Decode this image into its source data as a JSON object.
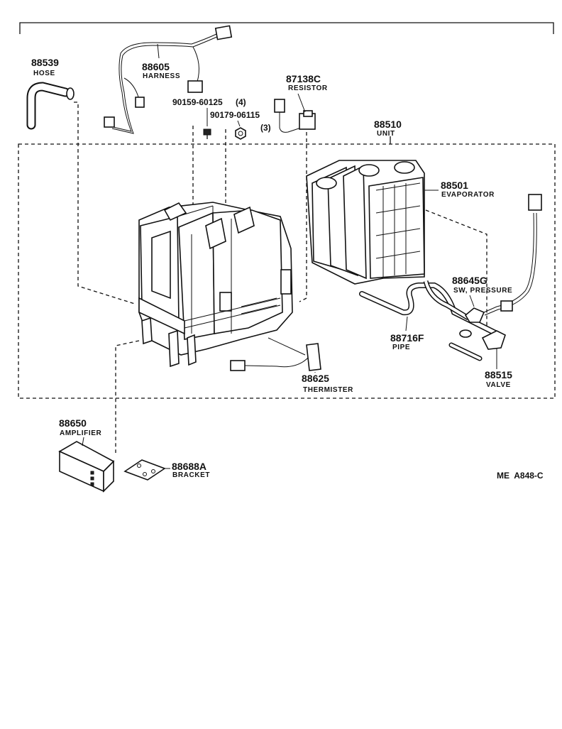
{
  "parts": {
    "hose": {
      "number": "88539",
      "name": "HOSE"
    },
    "harness": {
      "number": "88605",
      "name": "HARNESS"
    },
    "resistor": {
      "number": "87138C",
      "name": "RESISTOR"
    },
    "screw": {
      "code": "90159-60125",
      "qty": "(4)"
    },
    "nut": {
      "code": "90179-06115",
      "qty": "(3)"
    },
    "unit": {
      "number": "88510",
      "name": "UNIT"
    },
    "evaporator": {
      "number": "88501",
      "name": "EVAPORATOR"
    },
    "pressure_sw": {
      "number": "88645G",
      "name": "SW, PRESSURE"
    },
    "pipe": {
      "number": "88716F",
      "name": "PIPE"
    },
    "thermister": {
      "number": "88625",
      "name": "THERMISTER"
    },
    "valve": {
      "number": "88515",
      "name": "VALVE"
    },
    "amplifier": {
      "number": "88650",
      "name": "AMPLIFIER"
    },
    "bracket": {
      "number": "88688A",
      "name": "BRACKET"
    }
  },
  "diagram_code": "ME  A848-C",
  "icons": [
    "hose-icon",
    "harness-icon",
    "resistor-icon",
    "screw-icon",
    "nut-icon",
    "heater-unit-icon",
    "evaporator-icon",
    "pressure-switch-icon",
    "pipe-icon",
    "thermister-icon",
    "valve-icon",
    "amplifier-icon",
    "bracket-icon"
  ]
}
